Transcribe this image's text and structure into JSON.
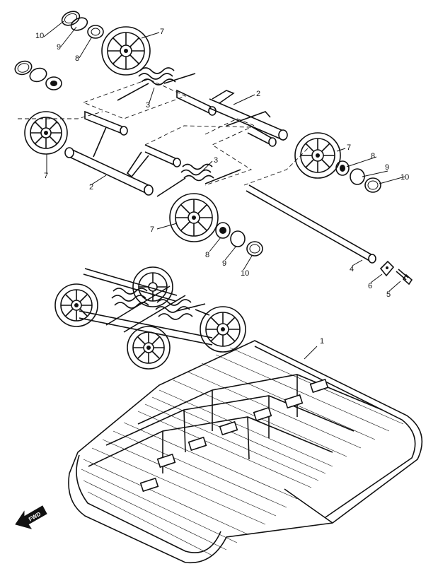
{
  "diagram": {
    "callouts": {
      "track": "1",
      "slide_frame_upper": "2",
      "slide_frame_lower": "2",
      "spring_upper": "3",
      "spring_lower": "3",
      "rear_axle": "4",
      "washer": "6",
      "bolt": "5",
      "wheel_top": "7",
      "wheel_left": "7",
      "wheel_right": "7",
      "wheel_mid": "7",
      "bearing_top": "8",
      "bearing_right": "8",
      "bearing_mid": "8",
      "ring9_top": "9",
      "ring9_right": "9",
      "ring9_mid": "9",
      "cap10_top": "10",
      "cap10_right": "10",
      "cap10_mid": "10"
    },
    "fwd_label": "FWD"
  }
}
